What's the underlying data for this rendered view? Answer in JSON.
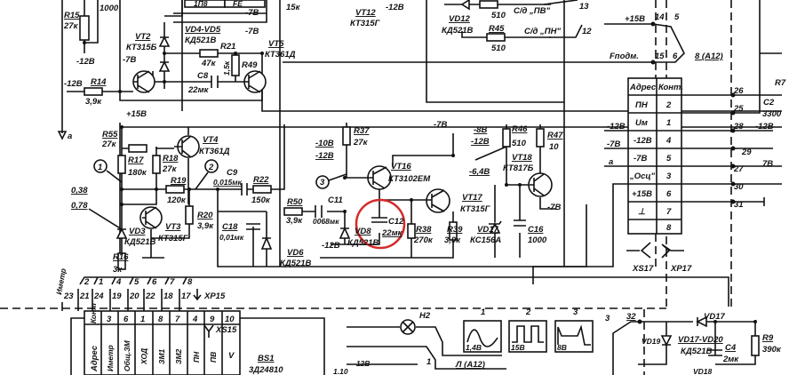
{
  "top": {
    "c_1000": "1000",
    "r15": "R15",
    "r15v": "27к",
    "m12a": "-12В",
    "r14": "R14",
    "r14v": "3,9к",
    "m12b": "-12В",
    "arrow_a": "а",
    "vt2": "VT2",
    "vt2t": "КТ315Б",
    "m7a": "-7В",
    "vd45": "VD4-VD5",
    "vd45t": "КД521В",
    "r21": "R21",
    "r21v": "47к",
    "r49": "R49",
    "r49v": "1,5к",
    "c8": "C8",
    "c8v": "22мк",
    "m7b": "-7В",
    "vt5": "VT5",
    "vt5t": "КТ361Д",
    "box1": "1П8",
    "box2": "FE",
    "m7c": "-7В",
    "r15k": "15к",
    "m12c": "-12В",
    "vt12": "VT12",
    "vt12t": "КТ315Г",
    "vd12": "VD12",
    "vd12t": "КД521В",
    "r44v": "510",
    "r45": "R45",
    "r45v": "510",
    "spv": "С/д „ПВ\"",
    "spn": "С/д „ПН\"",
    "p13": "13",
    "p12": "12"
  },
  "connector17": {
    "p15v": "+15В",
    "pin14": "14",
    "pin5": "5",
    "fpodm": "Fподм.",
    "pin15": "15",
    "pin6": "6",
    "a12": "8 (А12)",
    "headers": [
      "Адрес",
      "Конт."
    ],
    "rows": [
      [
        "ПН",
        "2"
      ],
      [
        "Uм",
        "1"
      ],
      [
        "-12В",
        "4"
      ],
      [
        "-7В",
        "5"
      ],
      [
        "„Осц\"",
        "3"
      ],
      [
        "+15В",
        "6"
      ],
      [
        "⊥",
        "7"
      ],
      [
        "",
        "8"
      ]
    ],
    "left": [
      "-12В",
      "-7В",
      "а"
    ],
    "xs": "XS17",
    "xp": "XP17",
    "right_pins": [
      "26",
      "25",
      "28",
      "29",
      "27",
      "30",
      "31"
    ],
    "m12": "-12В",
    "p7": "7В",
    "c2": "C2",
    "c2v": "3300",
    "r7": "R7"
  },
  "left": {
    "p15": "+15В",
    "r55": "R55",
    "r55v": "27к",
    "vt4": "VT4",
    "vt4t": "КТ361Д",
    "r17": "R17",
    "r17v": "180к",
    "r18": "R18",
    "r18v": "27к",
    "n1": "1",
    "n2": "2",
    "v038": "0,38",
    "v078": "0,78",
    "r19": "R19",
    "r19v": "120к",
    "c9": "C9",
    "c9v": "0,015мк",
    "r22": "R22",
    "r22v": "150к",
    "r20": "R20",
    "r20v": "3,9к",
    "vt3": "VT3",
    "vt3t": "КТ315Г",
    "vd3": "VD3",
    "vd3t": "КД521В",
    "r16": "R16",
    "r16v": "3к",
    "c18": "C18",
    "c18v": "0,01мк",
    "vd6": "VD6",
    "vd6t": "КД521В"
  },
  "middle": {
    "r37": "R37",
    "r37v": "27к",
    "m10": "-10В",
    "m12": "-12В",
    "n3": "3",
    "vt16": "VT16",
    "vt16t": "КТ3102ЕМ",
    "m7": "-7В",
    "vt17": "VT17",
    "vt17t": "КТ315Г",
    "m8": "-8В",
    "m12b": "-12В",
    "r46": "R46",
    "r46v": "510",
    "r47": "R47",
    "r47v": "10",
    "vt18": "VT18",
    "vt18t": "КТ817Б",
    "m64": "-6,4В",
    "m7b": "-7В",
    "vd17": "VD17",
    "vd17t": "КС156А",
    "c16": "C16",
    "c16v": "1000",
    "r39": "R39",
    "r39v": "3,9к",
    "r38": "R38",
    "r38v": "270к",
    "c12": "C12",
    "c12v": "22мк",
    "c11": "C11",
    "c11v": "0068мк",
    "vd8": "VD8",
    "vd8t": "КД521В",
    "m12c": "-12В",
    "r50": "R50",
    "r50v": "3,9к"
  },
  "connector15": {
    "imetr": "Иметр",
    "pins": [
      "23",
      "21",
      "24",
      "19",
      "20",
      "22",
      "18",
      "17"
    ],
    "wires": [
      "2",
      "1",
      "4",
      "5",
      "6",
      "7",
      "8"
    ],
    "xp": "XP15",
    "xs": "XS15",
    "contacts": [
      "Конт",
      "3",
      "6",
      "1",
      "8",
      "7",
      "4",
      "9",
      "10"
    ],
    "addresses": [
      "Адрес",
      "Иметр",
      "Общ.ЗМ",
      "ХОД",
      "ЗМ1",
      "ЗМ2",
      "ПН",
      "ПВ",
      "V"
    ]
  },
  "bottom": {
    "bs1": "BS1",
    "bs1t": "3Д24810",
    "p110": "1.10",
    "m12": "-12В",
    "h2": "H2",
    "l_a12": "Л (А12)",
    "n1": "1",
    "waves": [
      {
        "n": "1",
        "v": "1,4В"
      },
      {
        "n": "2",
        "v": "15В"
      },
      {
        "n": "3",
        "v": "8В"
      }
    ],
    "p3": "3",
    "p32": "32",
    "vd17": "VD17",
    "vd19": "VD19",
    "vd1720": "VD17-VD20",
    "vdt": "КД521В",
    "c4": "C4",
    "c4v": "2мк",
    "r9": "R9",
    "r9v": "390к",
    "vd18": "VD18"
  },
  "highlight_color": "#d42a2a"
}
